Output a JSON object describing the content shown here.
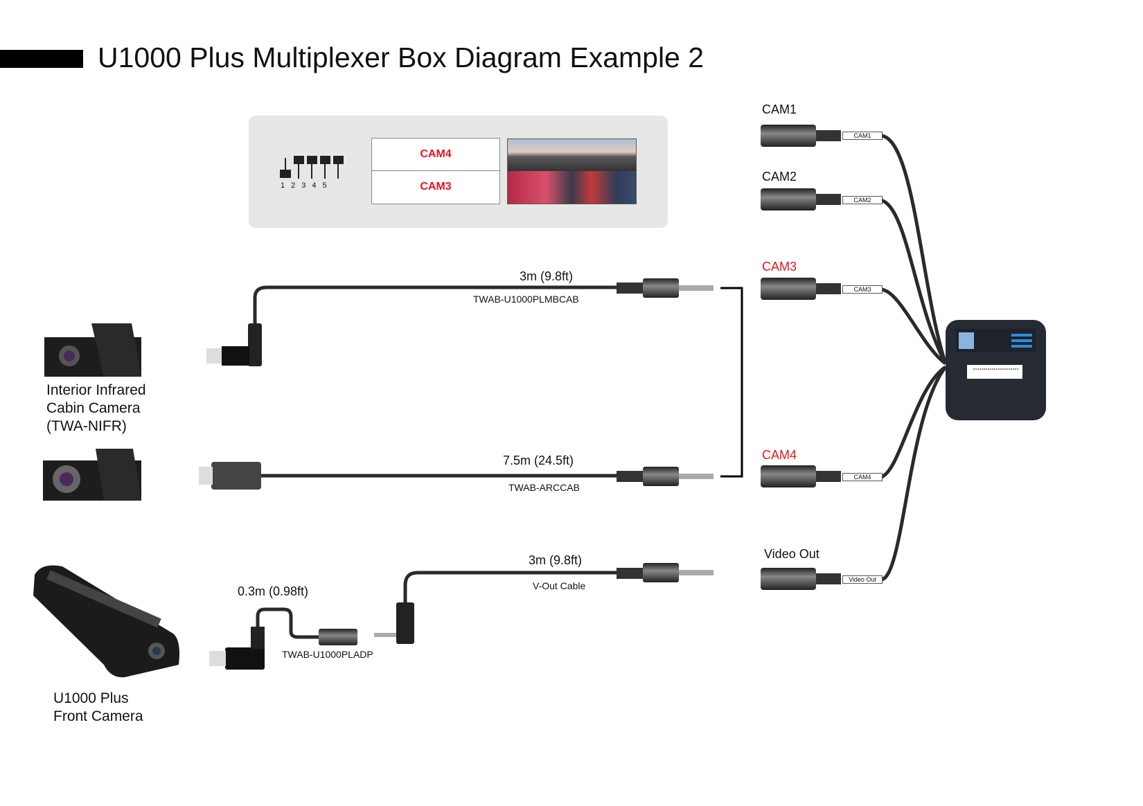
{
  "title": "U1000 Plus Multiplexer Box Diagram Example 2",
  "dip_switch": {
    "numbers": "12345",
    "positions": [
      "down",
      "up",
      "up",
      "up",
      "up"
    ]
  },
  "split_view": {
    "top": "CAM4",
    "bottom": "CAM3"
  },
  "ports": [
    {
      "label": "CAM1",
      "tag": "CAM1",
      "color": "#111111"
    },
    {
      "label": "CAM2",
      "tag": "CAM2",
      "color": "#111111"
    },
    {
      "label": "CAM3",
      "tag": "CAM3",
      "color": "#e8141b"
    },
    {
      "label": "CAM4",
      "tag": "CAM4",
      "color": "#e8141b"
    },
    {
      "label": "Video Out",
      "tag": "Video Out",
      "color": "#111111"
    }
  ],
  "cables": [
    {
      "length": "3m (9.8ft)",
      "part": "TWAB-U1000PLMBCAB"
    },
    {
      "length": "7.5m (24.5ft)",
      "part": "TWAB-ARCCAB"
    },
    {
      "length": "3m (9.8ft)",
      "part": "V-Out Cable"
    },
    {
      "length": "0.3m (0.98ft)",
      "part": "TWAB-U1000PLADP"
    }
  ],
  "devices": {
    "infrared": [
      "Interior Infrared",
      "Cabin Camera",
      "(TWA-NIFR)"
    ],
    "front": [
      "U1000 Plus",
      "Front Camera"
    ]
  }
}
